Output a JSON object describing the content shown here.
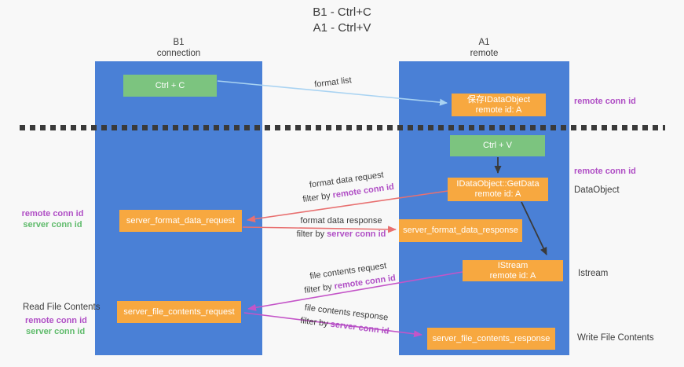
{
  "title": {
    "line1": "B1 - Ctrl+C",
    "line2": "A1 - Ctrl+V"
  },
  "lifelines": {
    "left": {
      "name": "B1",
      "role": "connection"
    },
    "right": {
      "name": "A1",
      "role": "remote"
    }
  },
  "nodes": {
    "ctrl_c": {
      "label": "Ctrl + C"
    },
    "ctrl_v": {
      "label": "Ctrl + V"
    },
    "save_dataobject": {
      "line1": "保存IDataObject",
      "line2": "remote id: A"
    },
    "getdata": {
      "line1": "IDataObject::GetData",
      "line2": "remote id: A"
    },
    "istream": {
      "line1": "IStream",
      "line2": "remote id: A"
    },
    "format_request": {
      "label": "server_format_data_request"
    },
    "format_response": {
      "label": "server_format_data_response"
    },
    "file_request": {
      "label": "server_file_contents_request"
    },
    "file_response": {
      "label": "server_file_contents_response"
    }
  },
  "edges": {
    "format_list": {
      "label": "format list"
    },
    "format_request": {
      "label": "format data request",
      "filter_prefix": "filter by",
      "filter_id": "remote conn id"
    },
    "format_response": {
      "label": "format data response",
      "filter_prefix": "filter by",
      "filter_id": "server conn id"
    },
    "file_request": {
      "label": "file contents request",
      "filter_prefix": "filter by",
      "filter_id": "remote conn id"
    },
    "file_response": {
      "label": "file contents response",
      "filter_prefix": "filter by",
      "filter_id": "server conn id"
    }
  },
  "annotations": {
    "left": [
      {
        "text": "remote conn id"
      },
      {
        "text": "server conn id"
      },
      {
        "text": "Read File Contents"
      },
      {
        "text": "remote conn id"
      },
      {
        "text": "server conn id"
      }
    ],
    "right": [
      {
        "text": "remote conn id"
      },
      {
        "text": "remote conn id"
      },
      {
        "text": "DataObject"
      },
      {
        "text": "Istream"
      },
      {
        "text": "Write File Contents"
      }
    ]
  },
  "colors": {
    "background": "#f8f8f8",
    "lifeline_blue": "#4a80d6",
    "box_green": "#7cc47f",
    "box_orange": "#f7a840",
    "arrow_lightblue": "#a9d3f2",
    "arrow_red": "#e87070",
    "arrow_magenta": "#c455c8",
    "arrow_black": "#3a3a3a",
    "conn_purple": "#b04fc5",
    "conn_green": "#5fbb6b",
    "text_dark": "#3c3c3c"
  }
}
